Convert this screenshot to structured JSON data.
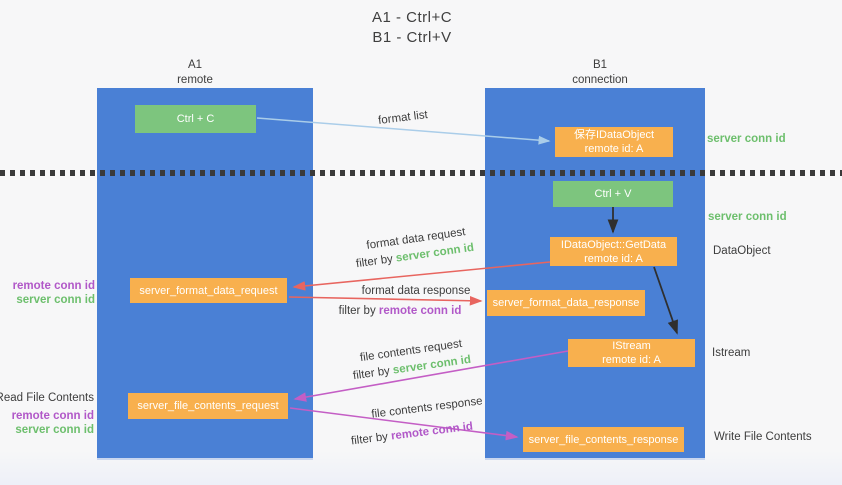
{
  "title": {
    "line1": "A1 - Ctrl+C",
    "line2": "B1 - Ctrl+V"
  },
  "columns": {
    "left": {
      "name": "A1",
      "subtitle": "remote"
    },
    "right": {
      "name": "B1",
      "subtitle": "connection"
    }
  },
  "nodes": {
    "ctrl_c": {
      "label": "Ctrl + C"
    },
    "ctrl_v": {
      "label": "Ctrl + V"
    },
    "save_dataobject": {
      "line1": "保存IDataObject",
      "line2": "remote id: A"
    },
    "getdata": {
      "line1": "IDataObject::GetData",
      "line2": "remote id: A"
    },
    "istream": {
      "line1": "IStream",
      "line2": "remote id: A"
    },
    "server_format_data_request": {
      "label": "server_format_data_request"
    },
    "server_format_data_response": {
      "label": "server_format_data_response"
    },
    "server_file_contents_request": {
      "label": "server_file_contents_request"
    },
    "server_file_contents_response": {
      "label": "server_file_contents_response"
    }
  },
  "flow_labels": {
    "format_list": "format list",
    "format_data_request": "format data request",
    "format_data_response": "format data response",
    "file_contents_request": "file contents request",
    "file_contents_response": "file contents response",
    "filter_by": "filter by",
    "server_conn_id": "server conn id",
    "remote_conn_id": "remote conn id"
  },
  "side_labels": {
    "server_conn_id_top": "server conn id",
    "server_conn_id_mid": "server conn id",
    "dataobject": "DataObject",
    "istream": "Istream",
    "write_file_contents": "Write File Contents",
    "read_file_contents": "Read File Contents",
    "remote_conn_id": "remote conn id",
    "server_conn_id": "server conn id"
  },
  "colors": {
    "column_blue": "#4a80d5",
    "box_orange": "#f8b04e",
    "box_green": "#7dc57e",
    "text_green": "#6dbf6d",
    "text_purple": "#b158c8",
    "arrow_red": "#e8655f",
    "arrow_magenta": "#c45ec5",
    "arrow_lightblue": "#aacde9",
    "arrow_black": "#2f2f2f"
  }
}
